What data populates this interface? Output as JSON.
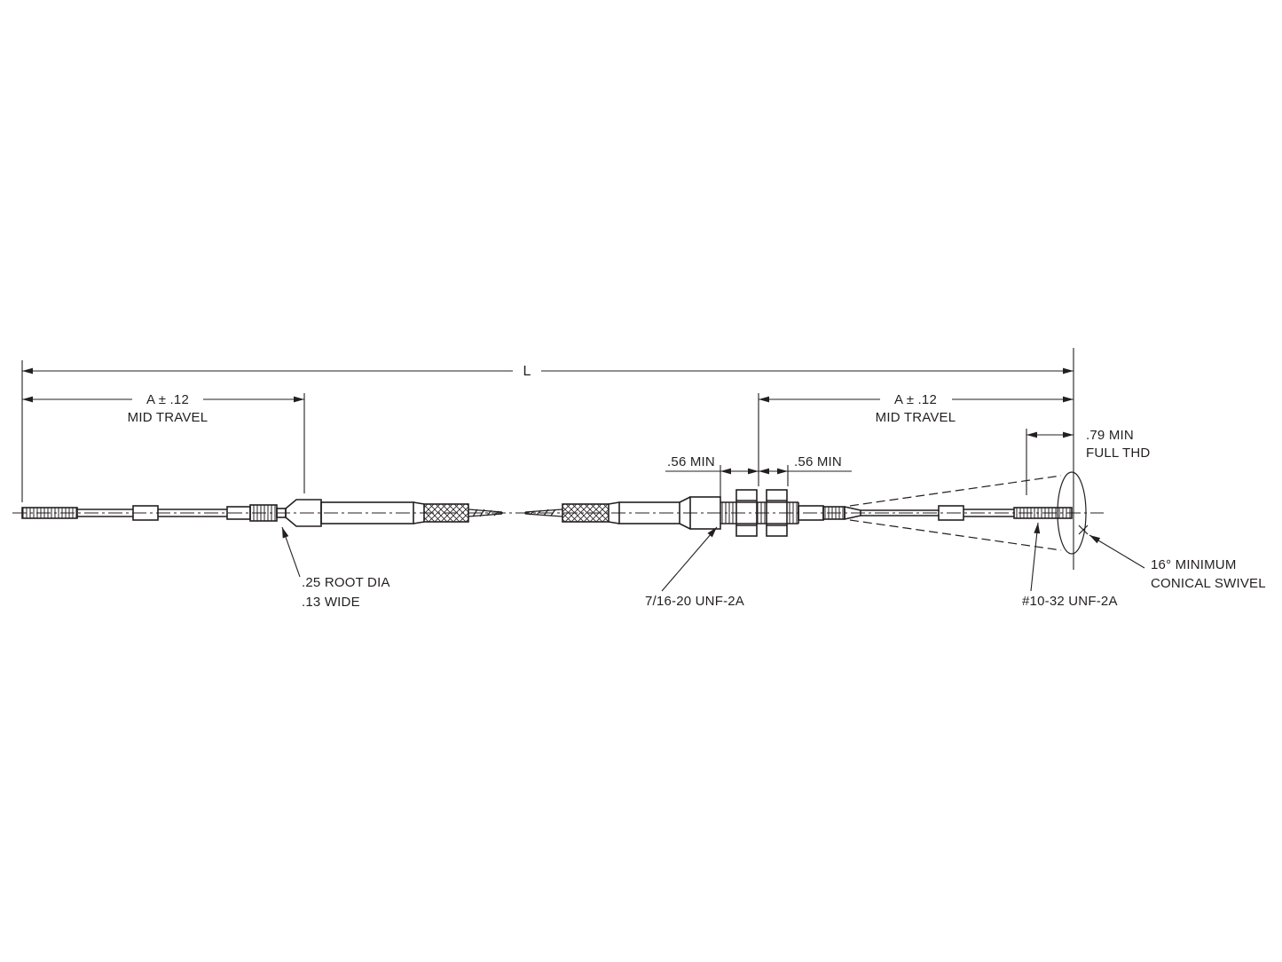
{
  "diagram": {
    "type": "engineering-drawing-push-pull-control-cable",
    "colors": {
      "line": "#231f20",
      "background": "#ffffff"
    },
    "dims": {
      "overall_length": {
        "label": "L"
      },
      "a_left": {
        "value": "A ± .12",
        "caption": "MID TRAVEL"
      },
      "a_right": {
        "value": "A ± .12",
        "caption": "MID TRAVEL"
      },
      "full_thd": {
        "value": ".79 MIN",
        "caption": "FULL THD"
      },
      "min_left": {
        "value": ".56 MIN"
      },
      "min_right": {
        "value": ".56 MIN"
      }
    },
    "callouts": {
      "groove": {
        "line1": ".25 ROOT DIA",
        "line2": ".13 WIDE"
      },
      "center_thread": {
        "label": "7/16-20 UNF-2A"
      },
      "end_thread": {
        "label": "#10-32 UNF-2A"
      },
      "swivel": {
        "line1": "16° MINIMUM",
        "line2": "CONICAL SWIVEL"
      }
    }
  }
}
